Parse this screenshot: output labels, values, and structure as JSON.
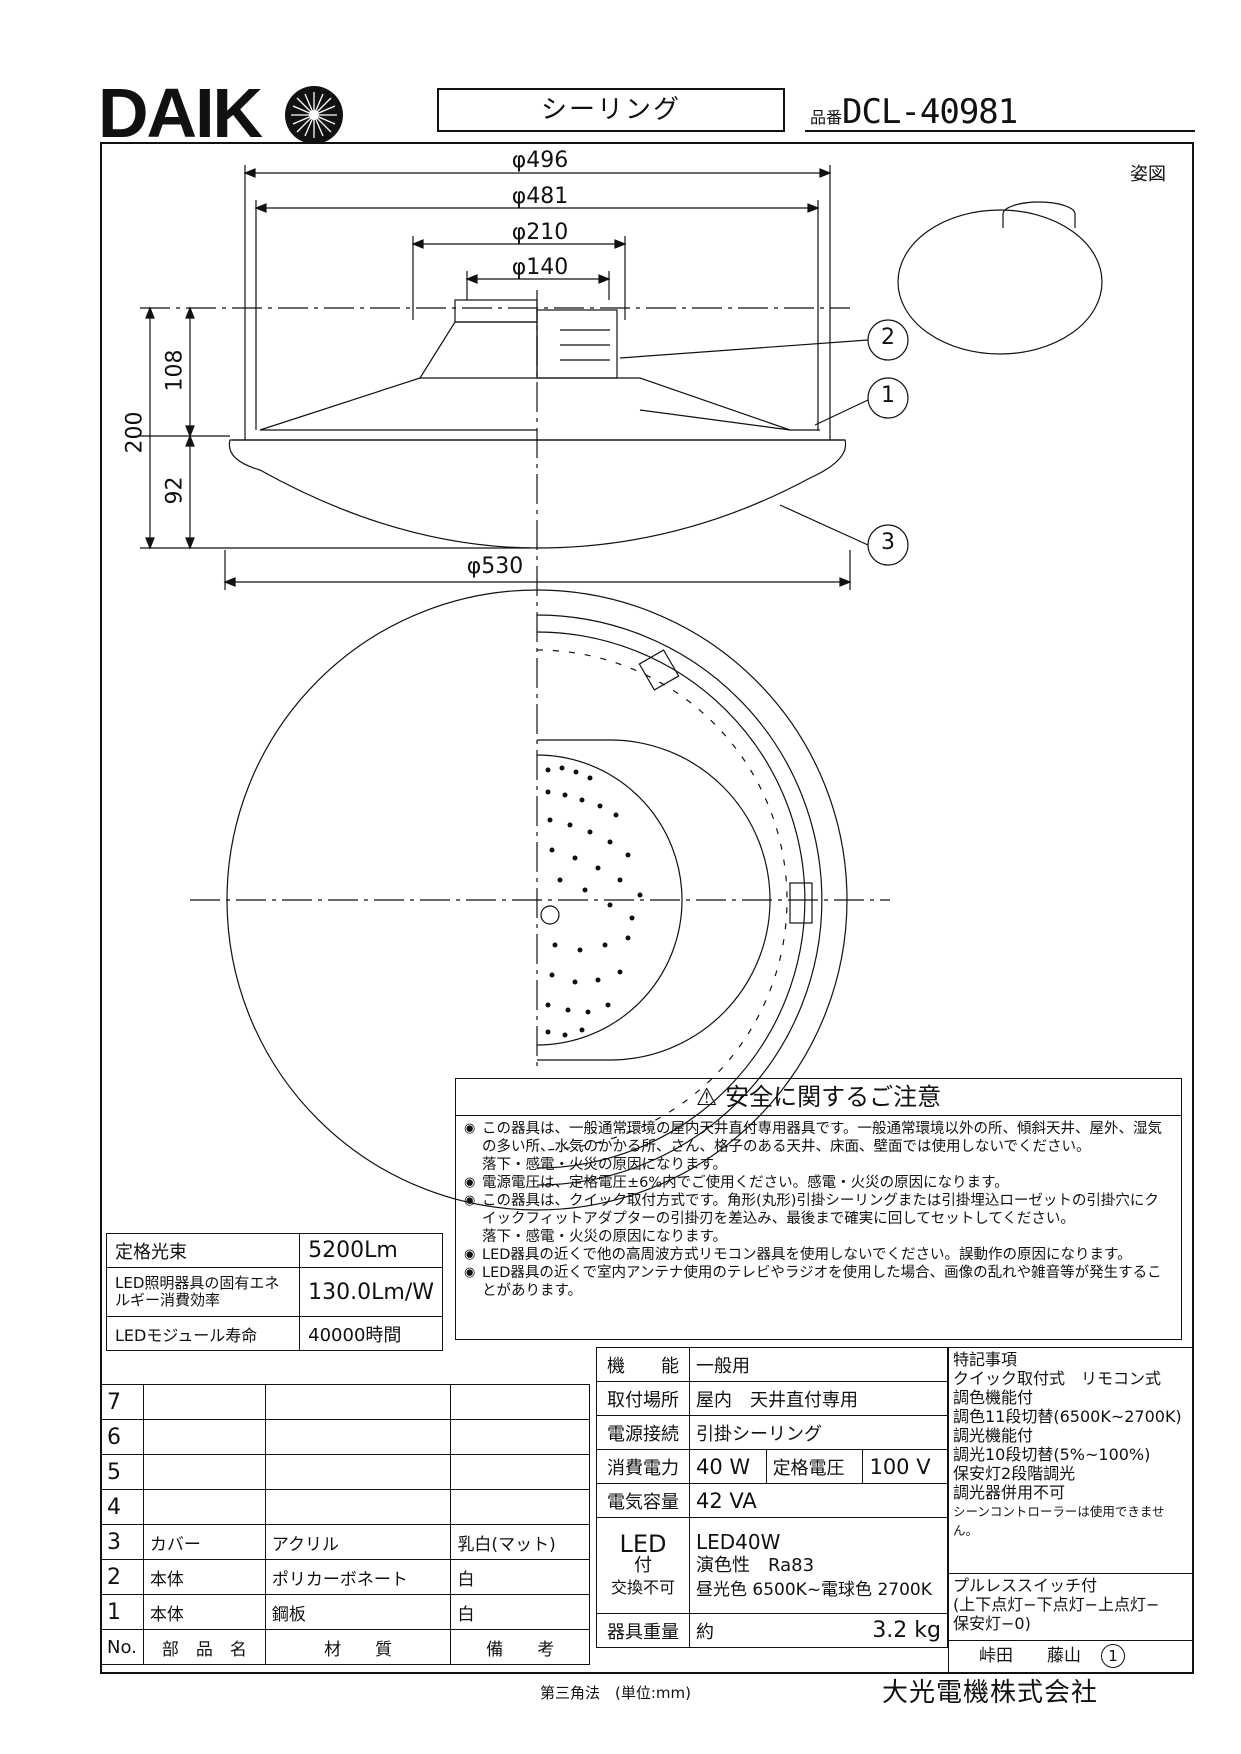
{
  "header": {
    "brand": "DAIK",
    "product_type": "シーリング",
    "model_prefix": "品番",
    "model_number": "DCL-40981"
  },
  "drawing": {
    "perspective_label": "姿図",
    "dimensions": {
      "d496": "φ496",
      "d481": "φ481",
      "d210": "φ210",
      "d140": "φ140",
      "d530": "φ530",
      "h200": "200",
      "h108": "108",
      "h92": "92"
    },
    "callouts": [
      "1",
      "2",
      "3"
    ]
  },
  "safety": {
    "title": "安全に関するご注意",
    "items": [
      {
        "text": "この器具は、一般通常環境の屋内天井直付専用器具です。一般通常環境以外の所、傾斜天井、屋外、湿気の多い所、水気のかかる所、さん、格子のある天井、床面、壁面では使用しないでください。",
        "sub": "落下・感電・火災の原因になります。"
      },
      {
        "text": "電源電圧は、定格電圧±6%内でご使用ください。感電・火災の原因になります。",
        "sub": ""
      },
      {
        "text": "この器具は、クイック取付方式です。角形(丸形)引掛シーリングまたは引掛埋込ローゼットの引掛穴にクイックフィットアダプターの引掛刃を差込み、最後まで確実に回してセットしてください。",
        "sub": "落下・感電・火災の原因になります。"
      },
      {
        "text": "LED器具の近くで他の高周波方式リモコン器具を使用しないでください。誤動作の原因になります。",
        "sub": ""
      },
      {
        "text": "LED器具の近くで室内アンテナ使用のテレビやラジオを使用した場合、画像の乱れや雑音等が発生することがあります。",
        "sub": ""
      }
    ]
  },
  "spec": {
    "rows": [
      {
        "label": "定格光束",
        "value": "5200Lm"
      },
      {
        "label": "LED照明器具の固有エネルギー消費効率",
        "value": "130.0Lm/W"
      },
      {
        "label": "LEDモジュール寿命",
        "value": "40000時間"
      }
    ]
  },
  "parts": {
    "headers": {
      "no": "No.",
      "name": "部　品　名",
      "material": "材　　質",
      "remarks": "備　　考"
    },
    "rows": [
      {
        "no": "7",
        "name": "",
        "material": "",
        "remarks": ""
      },
      {
        "no": "6",
        "name": "",
        "material": "",
        "remarks": ""
      },
      {
        "no": "5",
        "name": "",
        "material": "",
        "remarks": ""
      },
      {
        "no": "4",
        "name": "",
        "material": "",
        "remarks": ""
      },
      {
        "no": "3",
        "name": "カバー",
        "material": "アクリル",
        "remarks": "乳白(マット)"
      },
      {
        "no": "2",
        "name": "本体",
        "material": "ポリカーボネート",
        "remarks": "白"
      },
      {
        "no": "1",
        "name": "本体",
        "material": "鋼板",
        "remarks": "白"
      }
    ]
  },
  "function": {
    "function_label": "機　　能",
    "function_value": "一般用",
    "mount_label": "取付場所",
    "mount_value": "屋内　天井直付専用",
    "power_conn_label": "電源接続",
    "power_conn_value": "引掛シーリング",
    "power_label": "消費電力",
    "power_value": "40 W",
    "voltage_label": "定格電圧",
    "voltage_value": "100 V",
    "capacity_label": "電気容量",
    "capacity_value": "42 VA",
    "led_label": "LED",
    "led_sub1": "付",
    "led_sub2": "交換不可",
    "led_value1": "LED40W",
    "led_value2": "演色性　Ra83",
    "led_value3": "昼光色 6500K~電球色 2700K",
    "weight_label": "器具重量",
    "weight_approx": "約",
    "weight_value": "3.2 kg"
  },
  "notes": {
    "title": "特記事項",
    "lines": [
      "クイック取付式　リモコン式",
      "調色機能付",
      "調色11段切替(6500K~2700K)",
      "調光機能付",
      "調光10段切替(5%~100%)",
      "保安灯2段階調光",
      "調光器併用不可"
    ],
    "small_line": "シーンコントローラーは使用できません。",
    "pull_switch": [
      "プルレススイッチ付",
      "(上下点灯−下点灯−上点灯−",
      "保安灯−0)"
    ],
    "signatures": "峠田　　藤山",
    "revision": "1"
  },
  "footer": {
    "projection": "第三角法　(単位:mm)",
    "company": "大光電機株式会社"
  }
}
